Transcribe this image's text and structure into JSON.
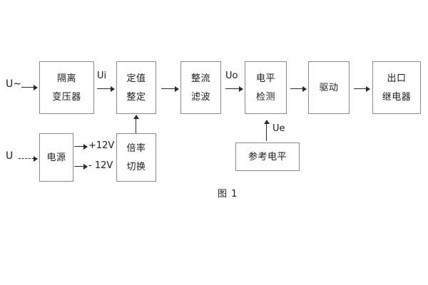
{
  "figure": {
    "caption": "图 1",
    "box_border_color": "#8a8a8a",
    "line_color": "#2b2b2b",
    "text_color": "#1b1b1b",
    "background": "#ffffff"
  },
  "terminals": [
    {
      "id": "ac-input",
      "label": "U~",
      "line_style": "solid"
    },
    {
      "id": "dc-input",
      "label": "U",
      "line_style": "dashed"
    }
  ],
  "blocks": [
    {
      "id": "isolation-transformer",
      "lines": [
        "隔离",
        "变压器"
      ]
    },
    {
      "id": "setting-value",
      "lines": [
        "定值",
        "整定"
      ]
    },
    {
      "id": "rectify-filter",
      "lines": [
        "整流",
        "滤波"
      ]
    },
    {
      "id": "level-detection",
      "lines": [
        "电平",
        "检测"
      ]
    },
    {
      "id": "drive",
      "lines": [
        "驱动"
      ]
    },
    {
      "id": "output-relay",
      "lines": [
        "出口",
        "继电器"
      ]
    },
    {
      "id": "power-supply",
      "lines": [
        "电源"
      ]
    },
    {
      "id": "multiplier-switch",
      "lines": [
        "倍率",
        "切换"
      ]
    },
    {
      "id": "reference-level",
      "lines": [
        "参考电平"
      ]
    }
  ],
  "signals": [
    {
      "id": "ui",
      "label": "Ui"
    },
    {
      "id": "uo",
      "label": "Uo"
    },
    {
      "id": "ue",
      "label": "Ue"
    }
  ],
  "rails": [
    {
      "id": "rail-positive",
      "label": "+12V"
    },
    {
      "id": "rail-negative",
      "label": "- 12V"
    }
  ]
}
